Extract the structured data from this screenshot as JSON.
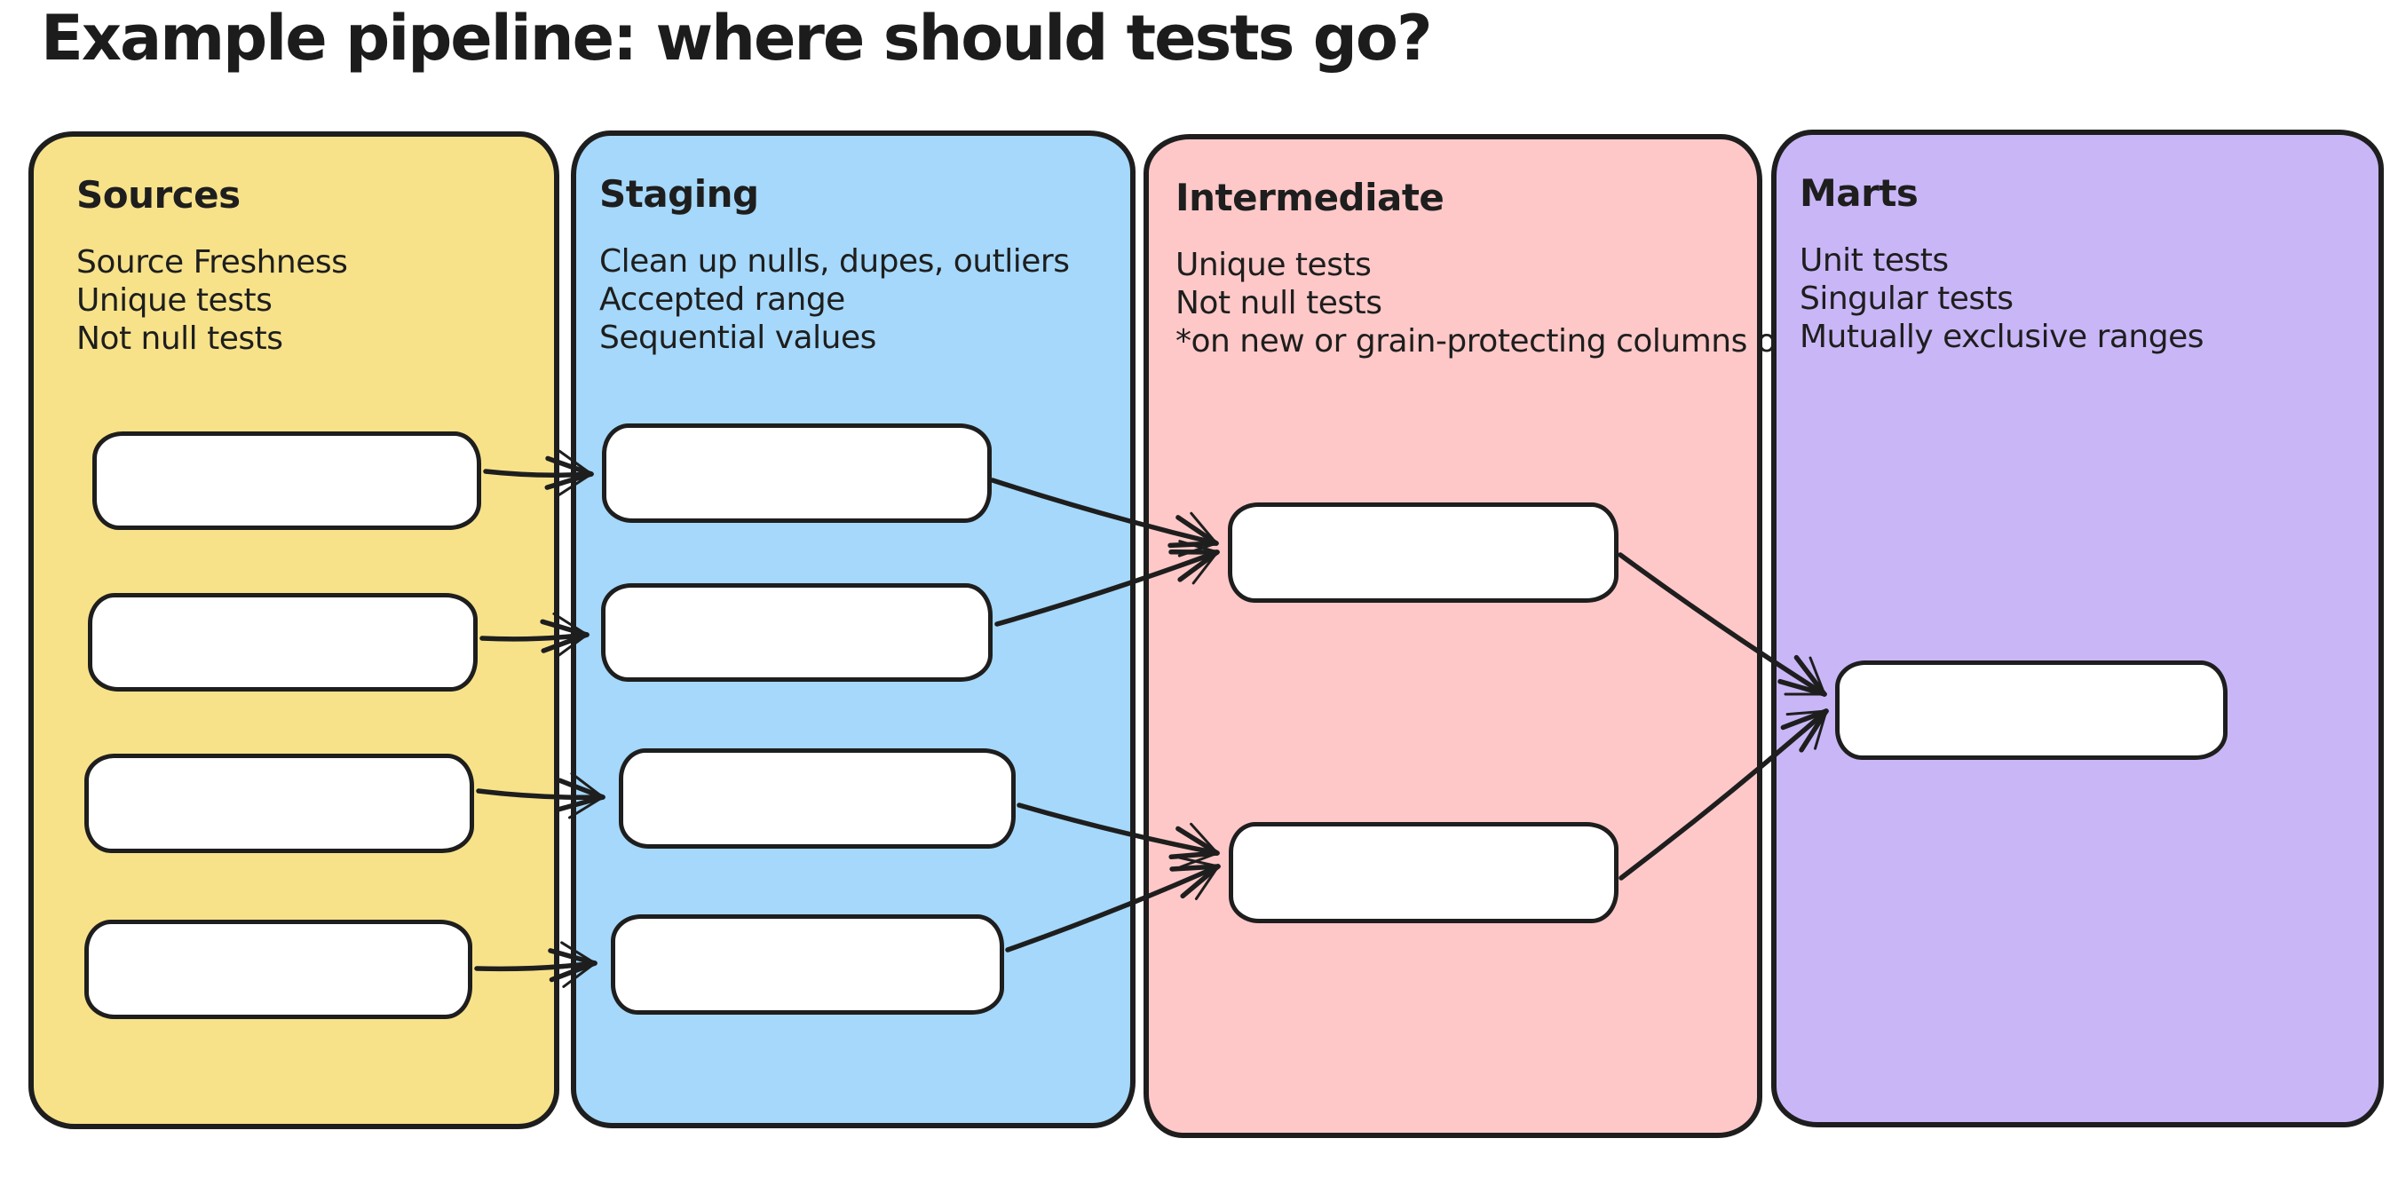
{
  "title": "Example pipeline: where should tests go?",
  "ink_color": "#1e1e1e",
  "node_fill": "#ffffff",
  "columns": [
    {
      "label": "Sources",
      "color": "#f7e28a",
      "notes": [
        "Source Freshness",
        "Unique tests",
        "Not null tests"
      ],
      "node_count": 4
    },
    {
      "label": "Staging",
      "color": "#a5d8fa",
      "notes": [
        "Clean up nulls, dupes, outliers",
        "Accepted range",
        "Sequential values"
      ],
      "node_count": 4
    },
    {
      "label": "Intermediate",
      "color": "#ffc8c8",
      "notes": [
        "Unique tests",
        "Not null tests",
        "*on new or grain-protecting columns only"
      ],
      "node_count": 2
    },
    {
      "label": "Marts",
      "color": "#c9b6f7",
      "notes": [
        "Unit tests",
        "Singular tests",
        "Mutually exclusive ranges"
      ],
      "node_count": 1
    }
  ],
  "connections": [
    {
      "from": "sources-1",
      "to": "staging-1"
    },
    {
      "from": "sources-2",
      "to": "staging-2"
    },
    {
      "from": "sources-3",
      "to": "staging-3"
    },
    {
      "from": "sources-4",
      "to": "staging-4"
    },
    {
      "from": "staging-1",
      "to": "intermediate-1"
    },
    {
      "from": "staging-2",
      "to": "intermediate-1"
    },
    {
      "from": "staging-3",
      "to": "intermediate-2"
    },
    {
      "from": "staging-4",
      "to": "intermediate-2"
    },
    {
      "from": "intermediate-1",
      "to": "marts-1"
    },
    {
      "from": "intermediate-2",
      "to": "marts-1"
    }
  ]
}
